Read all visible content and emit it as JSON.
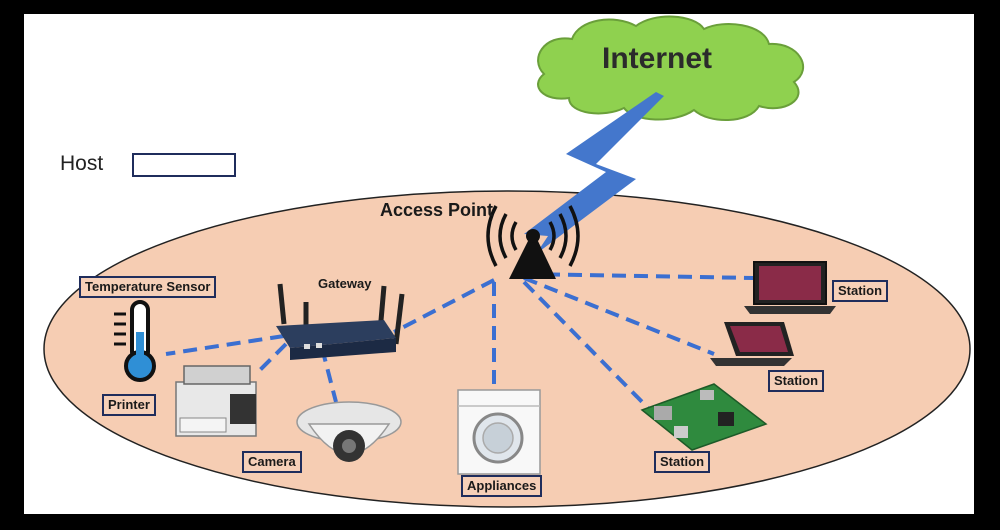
{
  "cloud": {
    "label": "Internet"
  },
  "access_point": {
    "label": "Access Point"
  },
  "host": {
    "label": "Host"
  },
  "gateway": {
    "label": "Gateway"
  },
  "devices": {
    "temperature_sensor": "Temperature Sensor",
    "printer": "Printer",
    "camera": "Camera",
    "appliances": "Appliances",
    "station_laptop_1": "Station",
    "station_laptop_2": "Station",
    "station_board": "Station"
  },
  "colors": {
    "ellipse_fill": "#f6cdb3",
    "link_dashed": "#3b6fd1",
    "cloud_fill": "#8fd14f",
    "bolt_fill": "#4477cc",
    "box_border": "#1f2d5c"
  }
}
